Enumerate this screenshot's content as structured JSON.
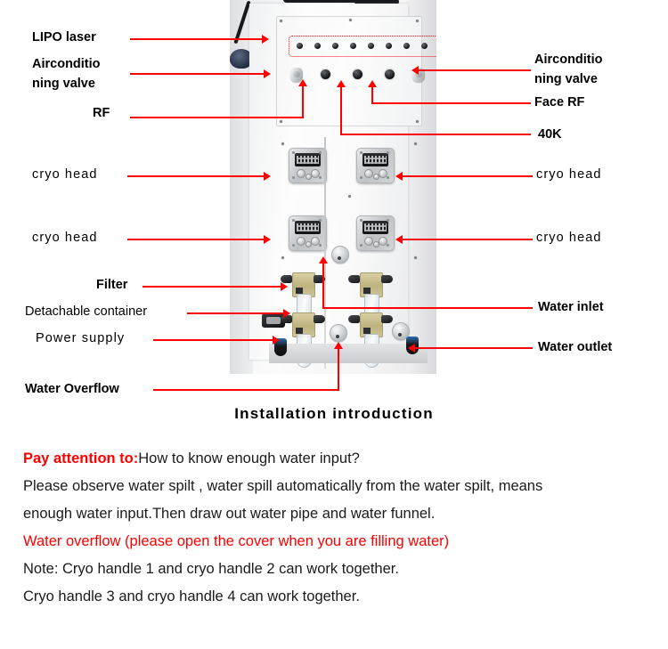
{
  "diagram": {
    "caption": "Installation introduction",
    "accent_color": "#fe0000",
    "left_labels": [
      {
        "id": "lipo-laser",
        "text": "LIPO laser"
      },
      {
        "id": "airconditioning-valve",
        "text": "Airconditio"
      },
      {
        "id": "airconditioning-valve2",
        "text": "ning valve"
      },
      {
        "id": "rf",
        "text": "RF"
      },
      {
        "id": "cryo-head-1",
        "text": "cryo head"
      },
      {
        "id": "cryo-head-3",
        "text": "cryo head"
      },
      {
        "id": "filter",
        "text": "Filter"
      },
      {
        "id": "detachable-container",
        "text": "Detachable container"
      },
      {
        "id": "power-supply",
        "text": "Power supply"
      },
      {
        "id": "water-overflow",
        "text": "Water Overflow"
      }
    ],
    "right_labels": [
      {
        "id": "airconditioning-valve-r",
        "text": "Airconditio"
      },
      {
        "id": "airconditioning-valve-r2",
        "text": "ning valve"
      },
      {
        "id": "face-rf",
        "text": "Face RF"
      },
      {
        "id": "forty-k",
        "text": "40K"
      },
      {
        "id": "cryo-head-2",
        "text": "cryo head"
      },
      {
        "id": "cryo-head-4",
        "text": "cryo head"
      },
      {
        "id": "water-inlet",
        "text": "Water inlet"
      },
      {
        "id": "water-outlet",
        "text": "Water outlet"
      }
    ],
    "machine": {
      "lipo_port_count": 8,
      "cryo_head_count": 4
    }
  },
  "notes": {
    "line1_prefix": "Pay attention to:",
    "line1": "How to know enough water input?",
    "line2": "Please observe water spilt , water spill automatically from the water spilt, means",
    "line3": "enough water input.Then draw out water pipe and water funnel.",
    "line4": "Water overflow (please open the cover when you are filling water)",
    "line5": "Note: Cryo handle 1 and cryo handle 2 can work together.",
    "line6": "Cryo handle 3 and cryo handle 4 can work together."
  }
}
